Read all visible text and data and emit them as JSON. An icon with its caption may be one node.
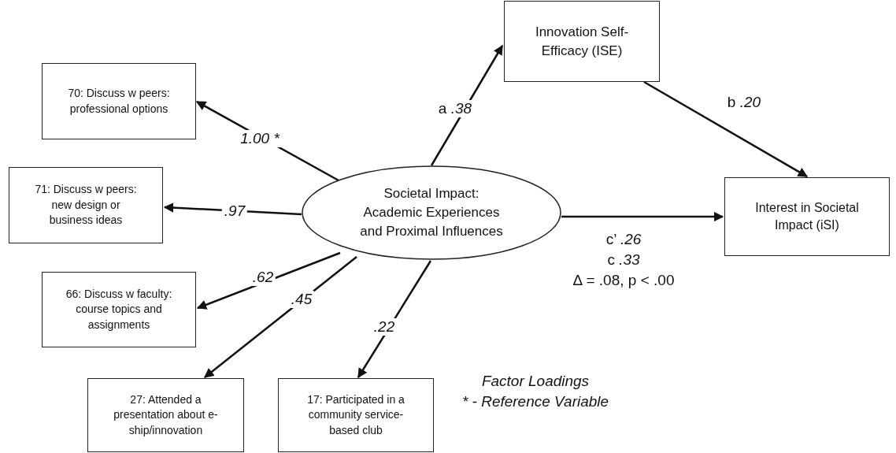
{
  "diagram": {
    "nodes": [
      {
        "text": [
          "Societal Impact: Academic Experiences and Proximal Influences"
        ]
      },
      {
        "text": [
          "Innovation Self-Efficacy (ISE)"
        ]
      },
      {
        "text": [
          "Interest in Societal Impact (iSI)"
        ]
      },
      {
        "text": [
          "70: Discuss w peers: professional options"
        ]
      },
      {
        "text": [
          "71: Discuss w peers: new design or business ideas"
        ]
      },
      {
        "text": [
          "66: Discuss w faculty: course topics and assignments"
        ]
      },
      {
        "text": [
          "27: Attended a presentation about e-ship/innovation"
        ]
      },
      {
        "text": [
          "17: Participated in a community service-based club"
        ]
      }
    ],
    "edges": [
      {
        "from": 0,
        "to": 3,
        "arrow": "to",
        "label": "1.00 *"
      },
      {
        "from": 0,
        "to": 4,
        "arrow": "to",
        "label": ".97"
      },
      {
        "from": 0,
        "to": 5,
        "arrow": "to",
        "label": ".62"
      },
      {
        "from": 0,
        "to": 6,
        "arrow": "to",
        "label": ".45"
      },
      {
        "from": 0,
        "to": 7,
        "arrow": "to",
        "label": ".22"
      },
      {
        "from": 0,
        "to": 1,
        "arrow": "to",
        "label": "a *.38*"
      },
      {
        "from": 1,
        "to": 2,
        "arrow": "to",
        "label": "b *.20*"
      },
      {
        "from": 0,
        "to": 2,
        "arrow": "to"
      }
    ],
    "labels": [
      "c’ *.26*",
      "c *.33*",
      "Δ = .08, p < .00",
      "Factor Loadings",
      "* - Reference Variable"
    ]
  }
}
